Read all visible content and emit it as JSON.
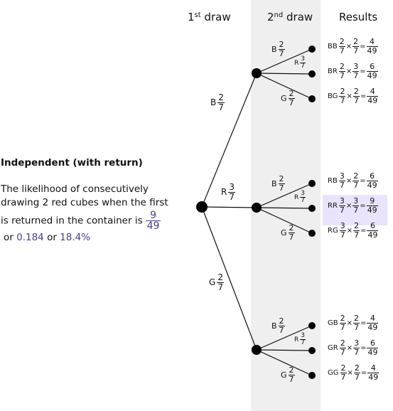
{
  "headers": {
    "first_draw": {
      "num": "1",
      "sup": "st",
      "text": "draw"
    },
    "second_draw": {
      "num": "2",
      "sup": "nd",
      "text": "draw"
    },
    "results": "Results"
  },
  "branches_first": [
    {
      "letter": "B",
      "num": "2",
      "den": "7"
    },
    {
      "letter": "R",
      "num": "3",
      "den": "7"
    },
    {
      "letter": "G",
      "num": "2",
      "den": "7"
    }
  ],
  "branches_second": [
    [
      {
        "letter": "B",
        "num": "2",
        "den": "7"
      },
      {
        "letter": "R",
        "num": "3",
        "den": "7"
      },
      {
        "letter": "G",
        "num": "2",
        "den": "7"
      }
    ],
    [
      {
        "letter": "B",
        "num": "2",
        "den": "7"
      },
      {
        "letter": "R",
        "num": "3",
        "den": "7"
      },
      {
        "letter": "G",
        "num": "2",
        "den": "7"
      }
    ],
    [
      {
        "letter": "B",
        "num": "2",
        "den": "7"
      },
      {
        "letter": "R",
        "num": "3",
        "den": "7"
      },
      {
        "letter": "G",
        "num": "2",
        "den": "7"
      }
    ]
  ],
  "results": [
    {
      "name": "BB",
      "a_num": "2",
      "a_den": "7",
      "b_num": "2",
      "b_den": "7",
      "r_num": "4",
      "r_den": "49"
    },
    {
      "name": "BR",
      "a_num": "2",
      "a_den": "7",
      "b_num": "3",
      "b_den": "7",
      "r_num": "6",
      "r_den": "49"
    },
    {
      "name": "BG",
      "a_num": "2",
      "a_den": "7",
      "b_num": "2",
      "b_den": "7",
      "r_num": "4",
      "r_den": "49"
    },
    {
      "name": "RB",
      "a_num": "3",
      "a_den": "7",
      "b_num": "2",
      "b_den": "7",
      "r_num": "6",
      "r_den": "49"
    },
    {
      "name": "RR",
      "a_num": "3",
      "a_den": "7",
      "b_num": "3",
      "b_den": "7",
      "r_num": "9",
      "r_den": "49"
    },
    {
      "name": "RG",
      "a_num": "3",
      "a_den": "7",
      "b_num": "2",
      "b_den": "7",
      "r_num": "6",
      "r_den": "49"
    },
    {
      "name": "GB",
      "a_num": "2",
      "a_den": "7",
      "b_num": "2",
      "b_den": "7",
      "r_num": "4",
      "r_den": "49"
    },
    {
      "name": "GR",
      "a_num": "2",
      "a_den": "7",
      "b_num": "3",
      "b_den": "7",
      "r_num": "6",
      "r_den": "49"
    },
    {
      "name": "GG",
      "a_num": "2",
      "a_den": "7",
      "b_num": "2",
      "b_den": "7",
      "r_num": "4",
      "r_den": "49"
    }
  ],
  "symbols": {
    "times": "×",
    "equals": "="
  },
  "explanation": {
    "title": "Independent (with return)",
    "body": "The likelihood of consecutively drawing 2 red cubes when the first is returned in the container is",
    "answer_num": "9",
    "answer_den": "49",
    "or1": "or",
    "decimal": "0.184",
    "or2": "or",
    "percent": "18.4%"
  },
  "colors": {
    "highlight": "#e9e3fb",
    "accent": "#4a3d8f",
    "shade": "#efefef"
  }
}
